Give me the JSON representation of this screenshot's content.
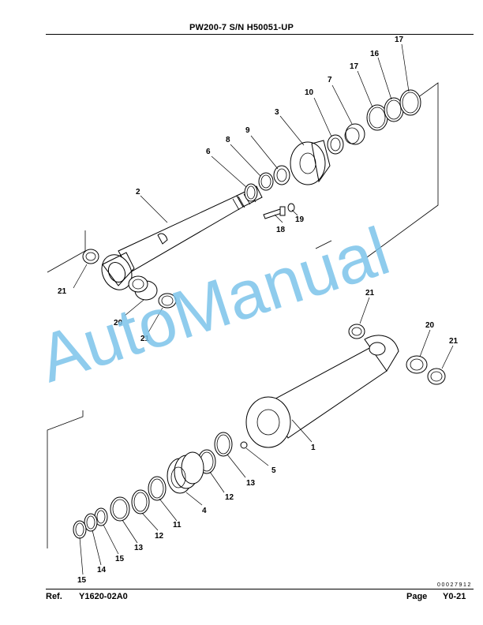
{
  "header": {
    "title": "PW200-7 S/N H50051-UP"
  },
  "footer": {
    "ref_label": "Ref.",
    "ref_value": "Y1620-02A0",
    "page_label": "Page",
    "page_value": "Y0-21",
    "doc_number": "00027912"
  },
  "watermark": {
    "text": "AutoManual",
    "color": "#7cc4ea"
  },
  "callouts": {
    "c1": "1",
    "c2": "2",
    "c3": "3",
    "c4": "4",
    "c5": "5",
    "c6": "6",
    "c7": "7",
    "c8": "8",
    "c9": "9",
    "c10": "10",
    "c11": "11",
    "c12_a": "12",
    "c12_b": "12",
    "c13_a": "13",
    "c13_b": "13",
    "c14": "14",
    "c15_a": "15",
    "c15_b": "15",
    "c16": "16",
    "c17_a": "17",
    "c17_b": "17",
    "c18": "18",
    "c19": "19",
    "c20_a": "20",
    "c20_b": "20",
    "c21_a": "21",
    "c21_b": "21",
    "c21_c": "21",
    "c21_d": "21"
  }
}
